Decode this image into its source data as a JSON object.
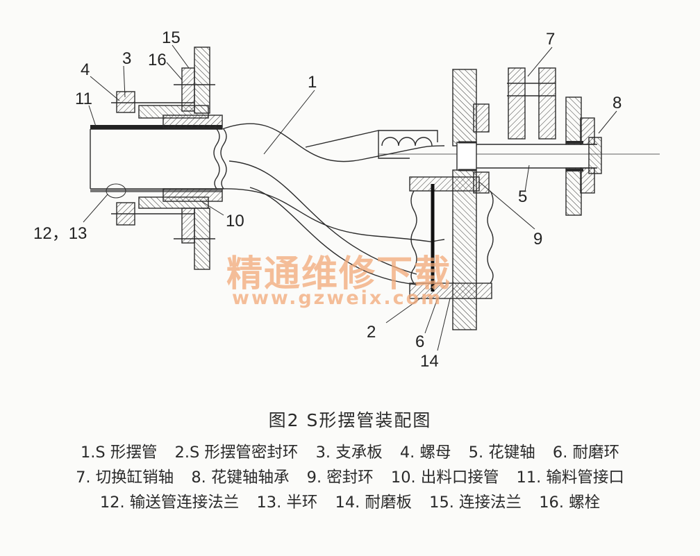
{
  "callouts": {
    "c1": "1",
    "c2": "2",
    "c3": "3",
    "c4": "4",
    "c5": "5",
    "c6": "6",
    "c7": "7",
    "c8": "8",
    "c9": "9",
    "c10": "10",
    "c11": "11",
    "c12_13": "12，13",
    "c14": "14",
    "c15": "15",
    "c16": "16"
  },
  "caption": {
    "title": "图2  S形摆管装配图",
    "legend": [
      [
        "1.S 形摆管",
        "2.S 形摆管密封环",
        "3. 支承板",
        "4. 螺母",
        "5. 花键轴",
        "6. 耐磨环"
      ],
      [
        "7. 切换缸销轴",
        "8. 花键轴轴承",
        "9. 密封环",
        "10. 出料口接管",
        "11. 输料管接口"
      ],
      [
        "12. 输送管连接法兰",
        "13. 半环",
        "14. 耐磨板",
        "15. 连接法兰",
        "16. 螺栓"
      ]
    ]
  },
  "watermark": {
    "chinese": "精通维修下载",
    "url": "www.gzweix.com"
  },
  "colors": {
    "line": "#2b2b2b",
    "paper": "#fbfbf9",
    "watermark": "#f2a978"
  }
}
